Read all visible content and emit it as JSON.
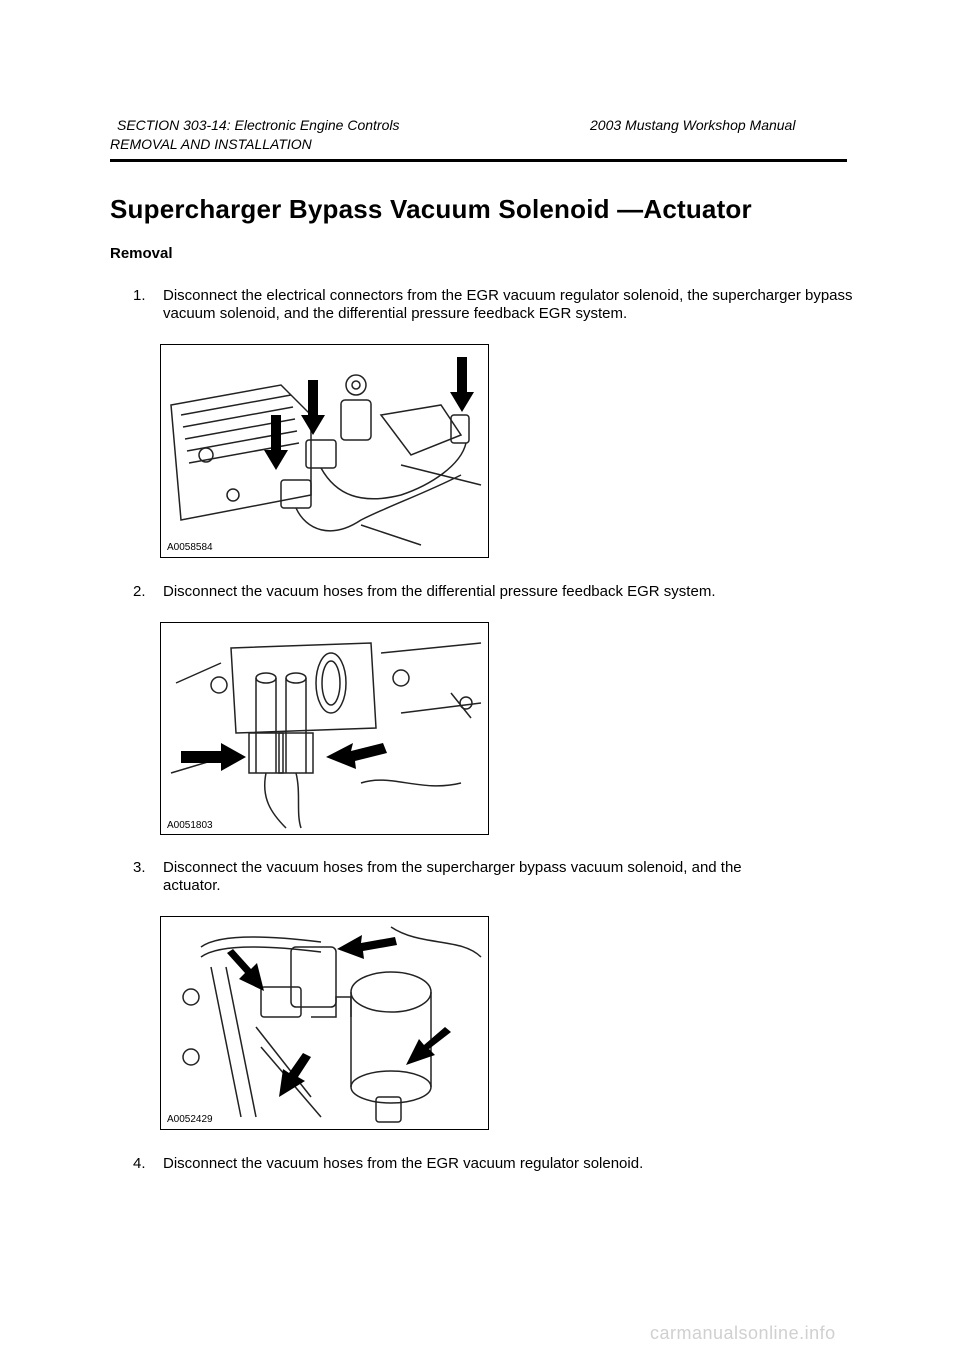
{
  "header": {
    "section": "SECTION 303-14: Electronic Engine Controls",
    "manual": "2003 Mustang Workshop Manual",
    "subsection": "REMOVAL AND INSTALLATION"
  },
  "title": "Supercharger Bypass Vacuum Solenoid —Actuator",
  "heading": "Removal",
  "steps": [
    {
      "num": "1.",
      "text": "Disconnect the electrical connectors from the EGR vacuum regulator solenoid, the supercharger bypass vacuum solenoid, and the differential pressure feedback EGR system.",
      "figure": "A0058584"
    },
    {
      "num": "2.",
      "text": "Disconnect the vacuum hoses from the differential pressure feedback EGR system.",
      "figure": "A0051803"
    },
    {
      "num": "3.",
      "text": "Disconnect the vacuum hoses from the supercharger bypass vacuum solenoid, and the actuator.",
      "figure": "A0052429"
    },
    {
      "num": "4.",
      "text": "Disconnect the vacuum hoses from the EGR vacuum regulator solenoid.",
      "figure": ""
    }
  ],
  "watermark": "carmanualsonline.info"
}
